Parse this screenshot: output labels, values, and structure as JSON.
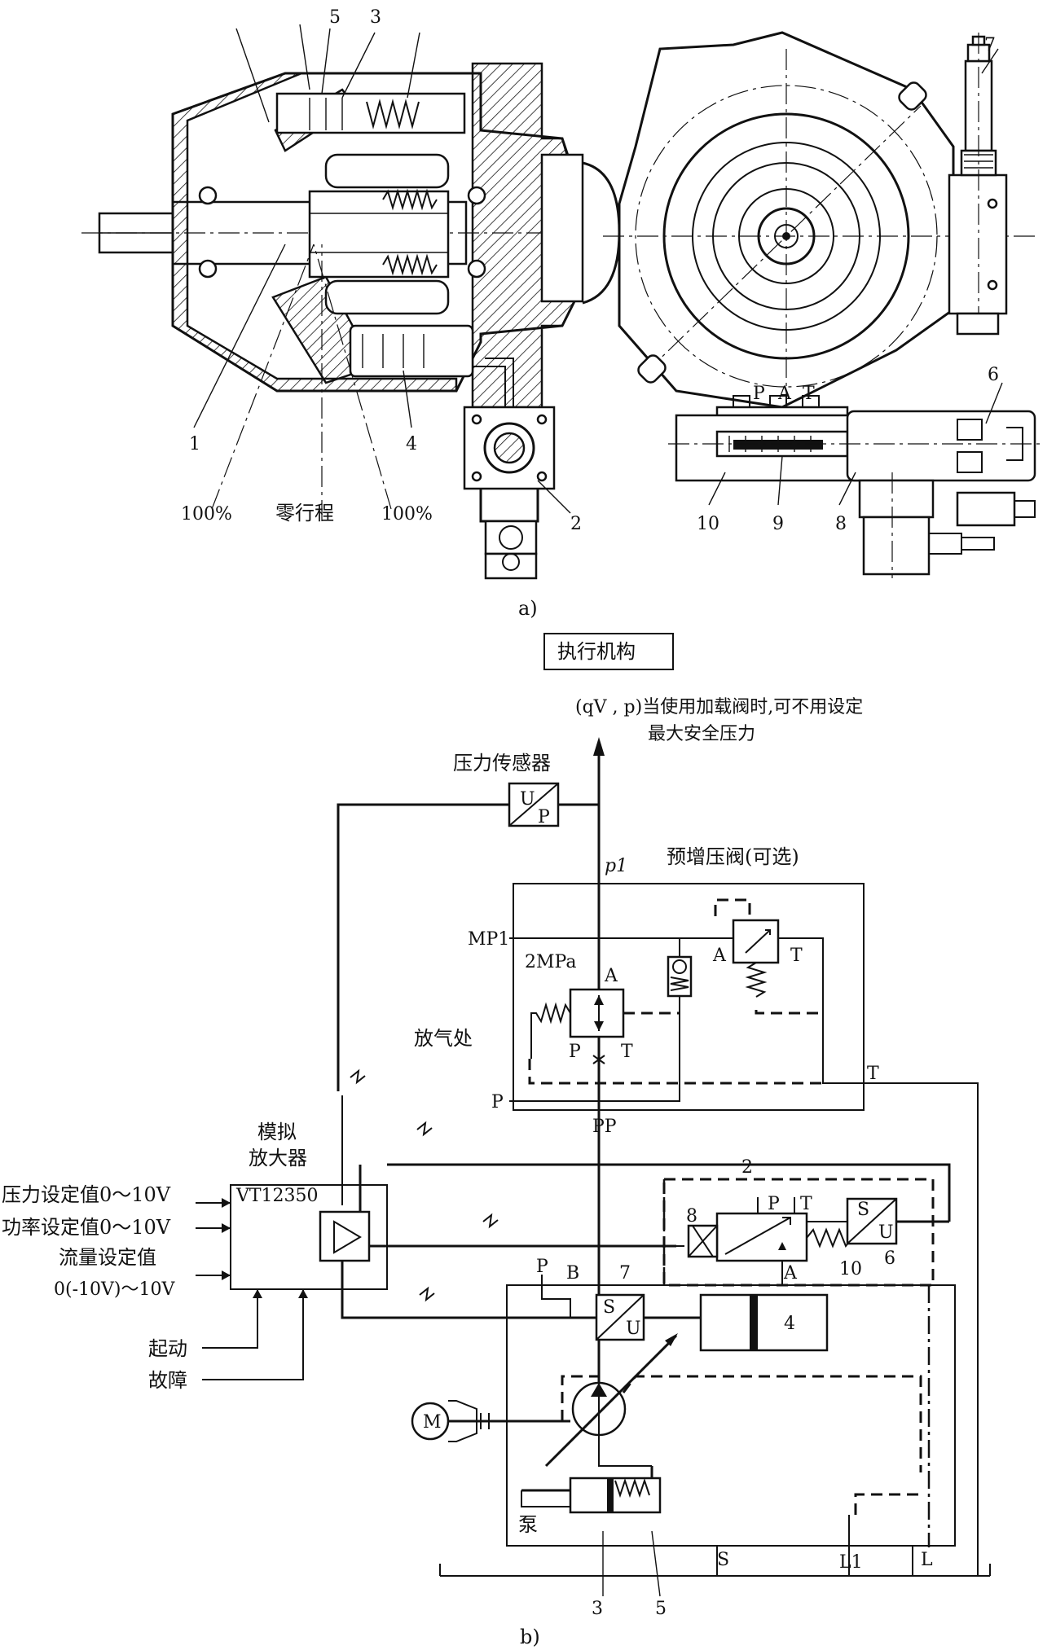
{
  "figure_a": {
    "caption": "a)",
    "part_numbers": [
      "5",
      "3",
      "1",
      "4",
      "2",
      "7",
      "6",
      "10",
      "9",
      "8"
    ],
    "stroke_labels": {
      "left": "100%",
      "center": "零行程",
      "right": "100%"
    },
    "valve_ports": [
      "P",
      "A",
      "T"
    ]
  },
  "figure_b": {
    "caption": "b)",
    "actuator_box": "执行机构",
    "output_note_line1": "(qV , p)当使用加载阀时,可不用设定",
    "output_note_line2": "最大安全压力",
    "pressure_sensor": "压力传感器",
    "sensor_U": "U",
    "sensor_P": "P",
    "p1": "p1",
    "preboost_valve": "预增压阀(可选)",
    "mp1": "MP1",
    "two_mpa": "2MPa",
    "port_A": "A",
    "port_T": "T",
    "port_P": "P",
    "bleed": "放气处",
    "pp": "PP",
    "amplifier_line1": "模拟",
    "amplifier_line2": "放大器",
    "amplifier_model": "VT12350",
    "input_pressure": "压力设定值0～10V",
    "input_power": "功率设定值0～10V",
    "input_flow_line1": "流量设定值",
    "input_flow_line2": "0(-10V)～10V",
    "start": "起动",
    "fault": "故障",
    "num_2": "2",
    "num_8": "8",
    "num_6": "6",
    "num_10": "10",
    "num_7": "7",
    "num_4": "4",
    "num_3": "3",
    "num_5": "5",
    "port_B": "B",
    "motor": "M",
    "pump": "泵",
    "tank_S": "S",
    "tank_L1": "L1",
    "tank_L": "L",
    "su_S": "S",
    "su_U": "U"
  }
}
